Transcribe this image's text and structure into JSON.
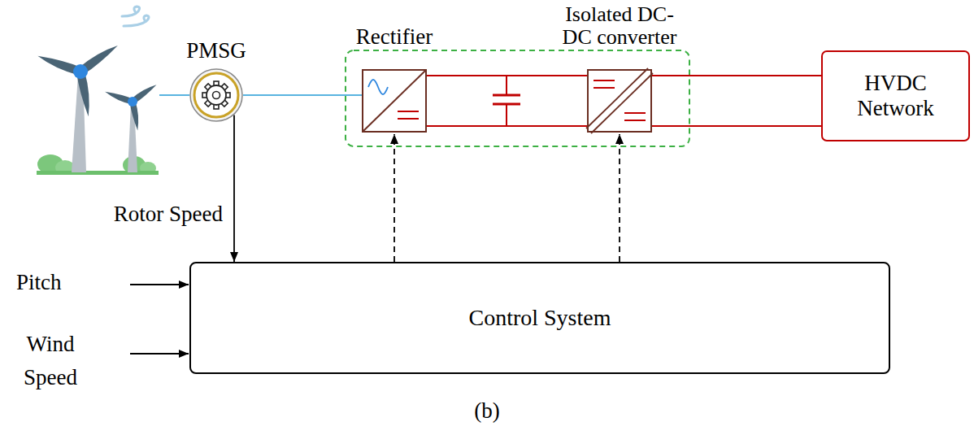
{
  "diagram": {
    "caption": "(b)",
    "nodes": [
      {
        "text": [
          "PMSG"
        ]
      },
      {
        "text": [
          "Rectifier"
        ]
      },
      {
        "text": [
          "Isolated DC- DC converter"
        ]
      },
      {
        "text": [
          "HVDC Network"
        ]
      },
      {
        "text": [
          "Control System"
        ]
      }
    ],
    "edges": [
      {
        "from": 0,
        "to": 1,
        "arrow": "none"
      },
      {
        "from": 1,
        "to": 2,
        "arrow": "none"
      },
      {
        "from": 2,
        "to": 3,
        "arrow": "none"
      },
      {
        "from": 0,
        "to": 4,
        "arrow": "to",
        "label": "Rotor Speed"
      },
      {
        "from": 4,
        "to": 1,
        "arrow": "to"
      },
      {
        "from": 4,
        "to": 2,
        "arrow": "to"
      }
    ],
    "labels": [
      "Pitch",
      "Wind Speed"
    ]
  }
}
